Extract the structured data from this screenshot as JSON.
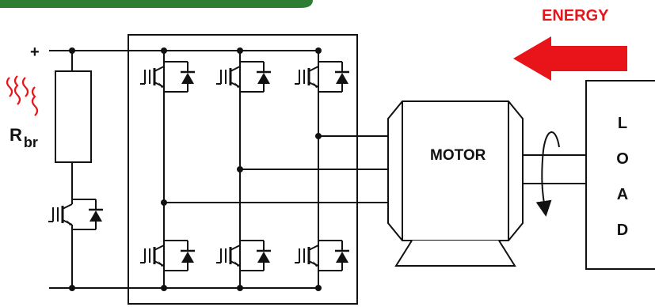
{
  "labels": {
    "plus": "+",
    "rbr_main": "R",
    "rbr_sub": "br",
    "motor": "MOTOR",
    "energy": "ENERGY",
    "load_letters": [
      "L",
      "O",
      "A",
      "D"
    ]
  },
  "colors": {
    "wire": "#111111",
    "energy_arrow": "#e8141a",
    "heat_waves": "#e8141a",
    "top_banner": "#2e7d32"
  },
  "icons": {
    "energy_arrow": "arrow-left-icon",
    "rotation": "rotation-arrow-icon",
    "heat": "heat-waves-icon"
  }
}
